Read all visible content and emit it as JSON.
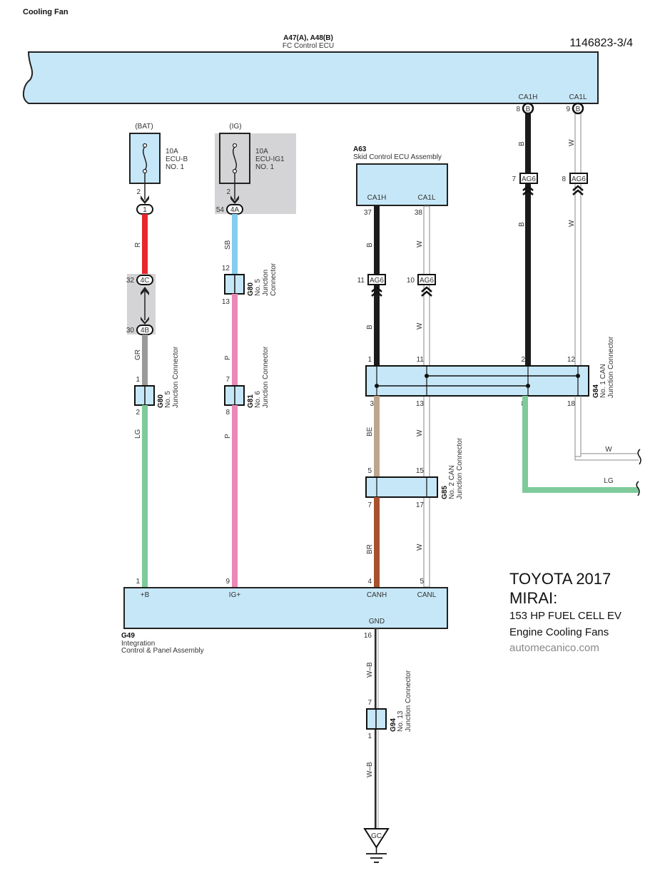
{
  "page": {
    "title": "Cooling Fan",
    "doc_number": "1146823-3/4"
  },
  "fc_ecu": {
    "code": "A47(A), A48(B)",
    "name": "FC Control ECU",
    "pins": [
      {
        "num": "8",
        "conn": "B",
        "label": "CA1H"
      },
      {
        "num": "9",
        "conn": "B",
        "label": "CA1L"
      }
    ]
  },
  "fuse_bat": {
    "source": "(BAT)",
    "rating": "10A",
    "name": "ECU-B",
    "number": "NO. 1",
    "pin": "2",
    "conn": "1"
  },
  "fuse_ig": {
    "source": "(IG)",
    "rating": "10A",
    "name": "ECU-IG1",
    "number": "NO. 1",
    "pin": "2",
    "conn_pin": "54",
    "conn": "4A"
  },
  "skid_ecu": {
    "code": "A63",
    "name": "Skid Control ECU Assembly",
    "pins": [
      {
        "num": "37",
        "label": "CA1H"
      },
      {
        "num": "38",
        "label": "CA1L"
      }
    ]
  },
  "connectors": {
    "c4c": {
      "pin": "32",
      "id": "4C"
    },
    "c4b": {
      "pin": "30",
      "id": "4B"
    },
    "ag6": [
      {
        "pin": "7",
        "id": "AG6"
      },
      {
        "pin": "8",
        "id": "AG6"
      },
      {
        "pin": "11",
        "id": "AG6"
      },
      {
        "pin": "10",
        "id": "AG6"
      }
    ]
  },
  "junctions": {
    "g80_ig": {
      "code": "G80",
      "line1": "No. 5",
      "line2": "Junction",
      "line3": "Connector",
      "pin_in": "12",
      "pin_out": "13"
    },
    "g80_bat": {
      "code": "G80",
      "line1": "No. 5",
      "line2": "Junction Connector",
      "pin_in": "1",
      "pin_out": "2"
    },
    "g81": {
      "code": "G81",
      "line1": "No. 6",
      "line2": "Junction Connector",
      "pin_in": "7",
      "pin_out": "8"
    },
    "g84": {
      "code": "G84",
      "line1": "No. 1 CAN",
      "line2": "Junction Connector",
      "pins_top": [
        "1",
        "11",
        "2",
        "12"
      ],
      "pins_bottom": [
        "3",
        "13",
        "8",
        "18"
      ]
    },
    "g85": {
      "code": "G85",
      "line1": "No. 2 CAN",
      "line2": "Junction Connector",
      "pins_top": [
        "5",
        "15"
      ],
      "pins_bottom": [
        "7",
        "17"
      ]
    },
    "g94": {
      "code": "G94",
      "line1": "No. 13",
      "line2": "Junction Connector",
      "pin_in": "7",
      "pin_out": "1"
    }
  },
  "wires": {
    "r": "R",
    "sb": "SB",
    "gr": "GR",
    "lg": "LG",
    "p": "P",
    "b": "B",
    "w": "W",
    "be": "BE",
    "br": "BR",
    "wb": "W–B"
  },
  "g49": {
    "code": "G49",
    "line1": "Integration",
    "line2": "Control & Panel Assembly",
    "pins": [
      {
        "num": "1",
        "label": "+B"
      },
      {
        "num": "9",
        "label": "IG+"
      },
      {
        "num": "4",
        "label": "CANH"
      },
      {
        "num": "5",
        "label": "CANL"
      },
      {
        "num": "16",
        "label": "GND"
      }
    ]
  },
  "ground": {
    "id": "GC"
  },
  "caption": {
    "line1": "TOYOTA 2017",
    "line2": "MIRAI:",
    "line3": "153 HP FUEL CELL EV",
    "line4": "Engine Cooling Fans",
    "site": "automecanico.com"
  },
  "colors": {
    "box_fill": "#c6e7f7",
    "red": "#e8262d",
    "sky_blue": "#85cdee",
    "gray": "#9a9a9c",
    "light_green": "#7fca9b",
    "pink": "#ec87b7",
    "beige": "#bda58e",
    "brown": "#a8512d",
    "black": "#1b1b1b",
    "shade": "#d4d4d6"
  }
}
